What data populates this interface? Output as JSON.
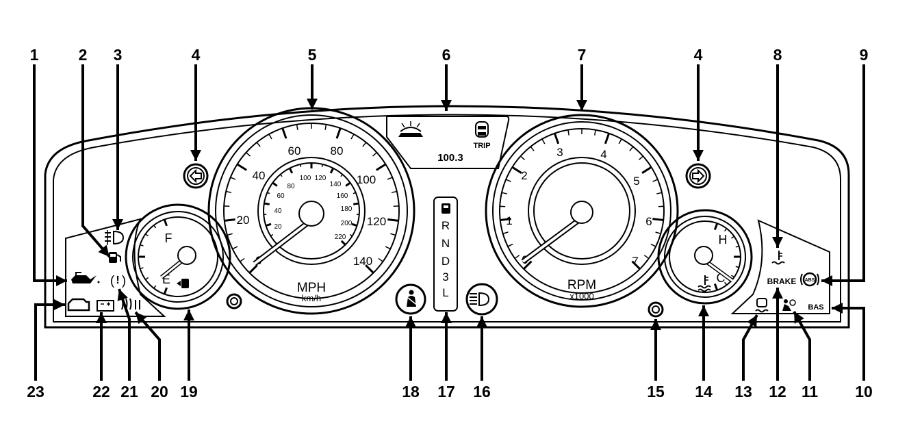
{
  "callouts": {
    "top": [
      "1",
      "2",
      "3",
      "4",
      "5",
      "6",
      "7",
      "4",
      "8",
      "9"
    ],
    "bottom": [
      "23",
      "22",
      "21",
      "20",
      "19",
      "18",
      "17",
      "16",
      "15",
      "14",
      "13",
      "12",
      "11",
      "10"
    ]
  },
  "speedometer": {
    "mph_ticks": [
      "0",
      "20",
      "40",
      "60",
      "80",
      "100",
      "120",
      "140"
    ],
    "kmh_ticks": [
      "20",
      "40",
      "60",
      "80",
      "100",
      "120",
      "140",
      "160",
      "180",
      "200",
      "220"
    ],
    "unit": "MPH",
    "sub_unit": "km/h"
  },
  "tachometer": {
    "ticks": [
      "0",
      "1",
      "2",
      "3",
      "4",
      "5",
      "6",
      "7"
    ],
    "unit": "RPM",
    "sub_unit": "x1000"
  },
  "fuel_gauge": {
    "full": "F",
    "empty": "E"
  },
  "temp_gauge": {
    "hot": "H",
    "cold": "C"
  },
  "odometer": {
    "value": "100.3",
    "mode": "TRIP"
  },
  "gear_indicator": [
    "R",
    "N",
    "D",
    "3",
    "L"
  ],
  "warning_labels": {
    "brake": "BRAKE",
    "bas": "BAS",
    "abs": "ABS"
  }
}
